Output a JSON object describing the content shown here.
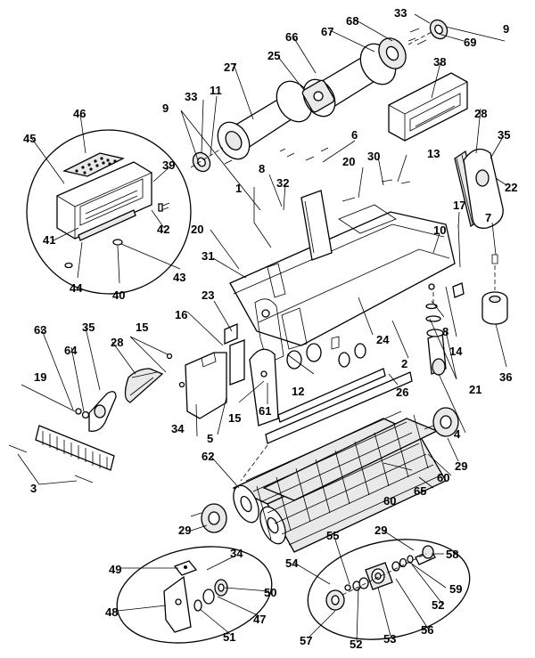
{
  "callouts": {
    "c1": "1",
    "c2": "2",
    "c3": "3",
    "c4": "4",
    "c5": "5",
    "c6": "6",
    "c7": "7",
    "c8a": "8",
    "c8b": "8",
    "c9a": "9",
    "c9b": "9",
    "c10": "10",
    "c11": "11",
    "c12": "12",
    "c13": "13",
    "c14": "14",
    "c15a": "15",
    "c15b": "15",
    "c16": "16",
    "c17": "17",
    "c19": "19",
    "c20a": "20",
    "c20b": "20",
    "c21": "21",
    "c22": "22",
    "c23": "23",
    "c24": "24",
    "c25": "25",
    "c26": "26",
    "c27": "27",
    "c28a": "28",
    "c28b": "28",
    "c29a": "29",
    "c29b": "29",
    "c29c": "29",
    "c30": "30",
    "c31": "31",
    "c32": "32",
    "c33a": "33",
    "c33b": "33",
    "c34a": "34",
    "c34b": "34",
    "c35a": "35",
    "c35b": "35",
    "c36": "36",
    "c38": "38",
    "c39": "39",
    "c40": "40",
    "c41": "41",
    "c42": "42",
    "c43": "43",
    "c44": "44",
    "c45": "45",
    "c46": "46",
    "c47": "47",
    "c48": "48",
    "c49": "49",
    "c50": "50",
    "c51": "51",
    "c52a": "52",
    "c52b": "52",
    "c53": "53",
    "c54": "54",
    "c55": "55",
    "c56": "56",
    "c57": "57",
    "c58": "58",
    "c59": "59",
    "c60a": "60",
    "c60b": "60",
    "c61": "61",
    "c62": "62",
    "c63": "63",
    "c64": "64",
    "c65": "65",
    "c66": "66",
    "c67": "67",
    "c68": "68",
    "c69": "69"
  }
}
